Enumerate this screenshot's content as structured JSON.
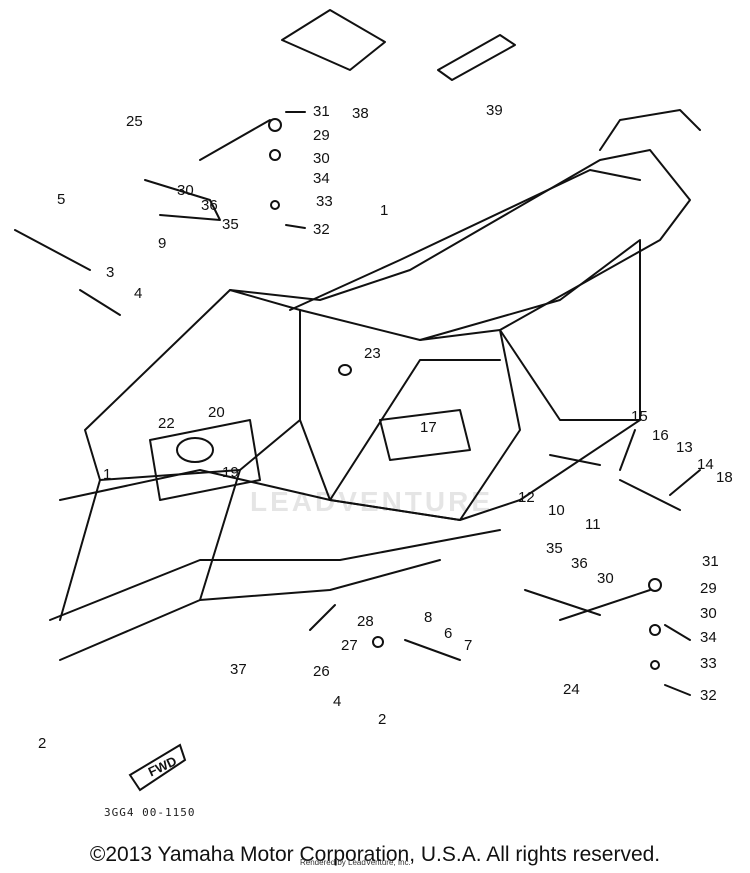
{
  "callouts": [
    {
      "label": "25"
    },
    {
      "label": "31"
    },
    {
      "label": "38"
    },
    {
      "label": "39"
    },
    {
      "label": "29"
    },
    {
      "label": "30"
    },
    {
      "label": "34"
    },
    {
      "label": "33"
    },
    {
      "label": "32"
    },
    {
      "label": "30"
    },
    {
      "label": "36"
    },
    {
      "label": "35"
    },
    {
      "label": "5"
    },
    {
      "label": "1"
    },
    {
      "label": "9"
    },
    {
      "label": "3"
    },
    {
      "label": "4"
    },
    {
      "label": "23"
    },
    {
      "label": "22"
    },
    {
      "label": "20"
    },
    {
      "label": "17"
    },
    {
      "label": "19"
    },
    {
      "label": "1"
    },
    {
      "label": "15"
    },
    {
      "label": "16"
    },
    {
      "label": "13"
    },
    {
      "label": "14"
    },
    {
      "label": "18"
    },
    {
      "label": "12"
    },
    {
      "label": "10"
    },
    {
      "label": "11"
    },
    {
      "label": "35"
    },
    {
      "label": "36"
    },
    {
      "label": "30"
    },
    {
      "label": "31"
    },
    {
      "label": "29"
    },
    {
      "label": "30"
    },
    {
      "label": "34"
    },
    {
      "label": "33"
    },
    {
      "label": "32"
    },
    {
      "label": "28"
    },
    {
      "label": "8"
    },
    {
      "label": "6"
    },
    {
      "label": "7"
    },
    {
      "label": "27"
    },
    {
      "label": "26"
    },
    {
      "label": "37"
    },
    {
      "label": "4"
    },
    {
      "label": "2"
    },
    {
      "label": "24"
    },
    {
      "label": "2"
    }
  ],
  "fwd_label": "FWD",
  "drawing_code": "3GG4 00-1150",
  "footer": {
    "copyright": "©2013 Yamaha Motor Corporation, U.S.A. All rights reserved.",
    "rendered_by": "Rendered by LeadVenture, Inc."
  },
  "watermark": "LEADVENTURE",
  "colors": {
    "ink": "#111111",
    "background": "#ffffff"
  }
}
